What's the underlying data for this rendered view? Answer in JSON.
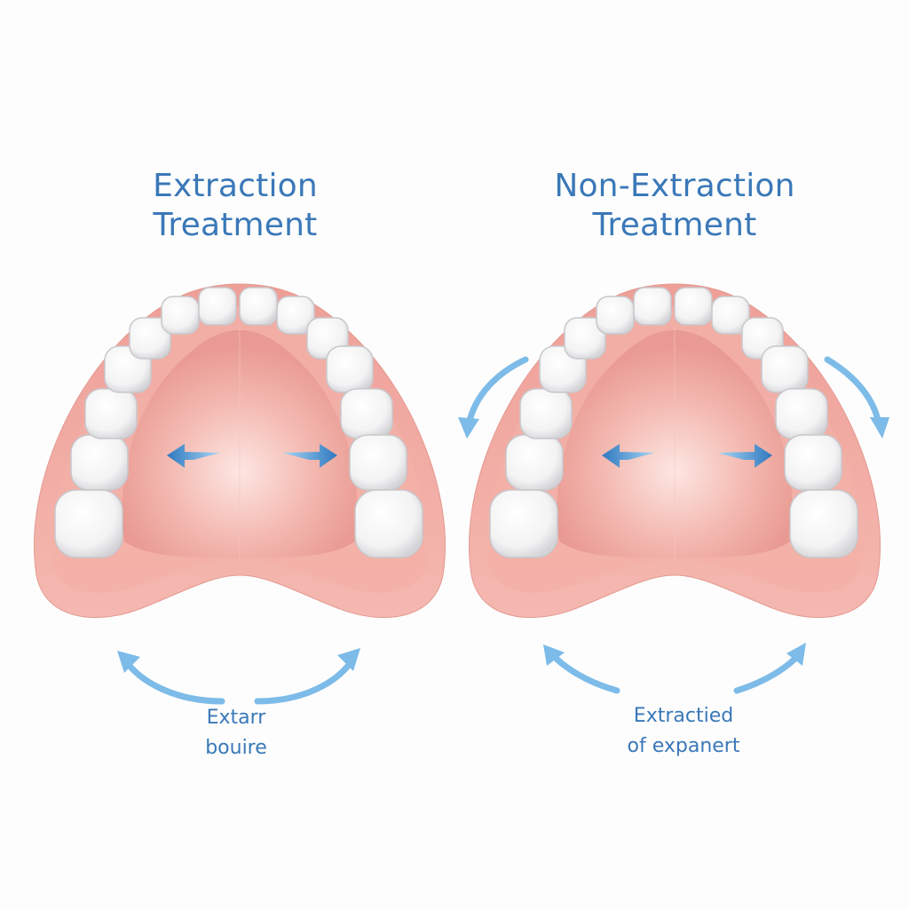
{
  "panels": [
    {
      "id": "extraction",
      "title_line1": "Extraction",
      "title_line2": "Treatment",
      "caption_line1": "Extarr",
      "caption_line2": "bouire",
      "inner_arrows": [
        "arrow-left",
        "arrow-right"
      ],
      "outer_arrows": "upward-curved-pair-below-arch"
    },
    {
      "id": "non-extraction",
      "title_line1": "Non-Extraction",
      "title_line2": "Treatment",
      "caption_line1": "Extractied",
      "caption_line2": "of expanert",
      "inner_arrows": [
        "arrow-left",
        "arrow-right"
      ],
      "outer_arrows": "side-curved-downward-pair-and-upward-pair-below-arch"
    }
  ],
  "colors": {
    "title_text": "#3a78b8",
    "gum_outer": "#e8a09a",
    "gum_inner": "#f6c9c3",
    "palate_center": "#fbe3df",
    "tooth_fill": "#ffffff",
    "tooth_shadow": "#c9c9cc",
    "arrow_dark": "#3b82c4",
    "arrow_light": "#7dbbe8",
    "background": "#fdfdfd"
  }
}
